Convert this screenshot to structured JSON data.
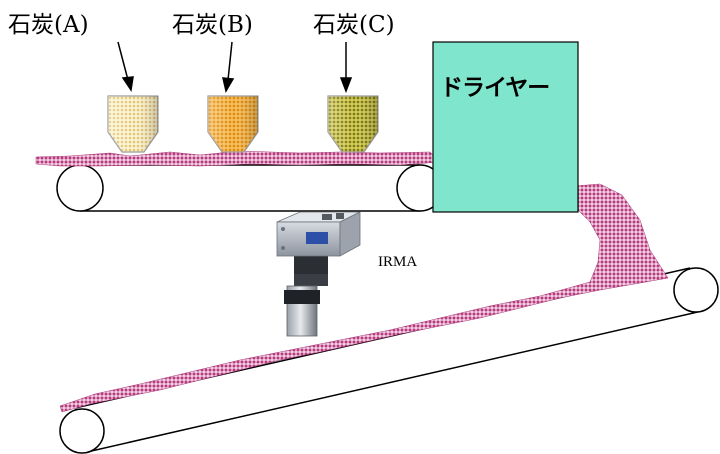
{
  "hoppers": [
    {
      "label": "石炭(A)",
      "color": "#f3e2a6",
      "dot_color": "#e6c978"
    },
    {
      "label": "石炭(B)",
      "color": "#f0a62a",
      "dot_color": "#e08f10"
    },
    {
      "label": "石炭(C)",
      "color": "#bfb630",
      "dot_color": "#8e8a18"
    }
  ],
  "dryer": {
    "label": "ドライヤー",
    "color": "#7fe5cc"
  },
  "analyzer": {
    "label": "IRMA"
  },
  "colors": {
    "coal_stream": "#b83a7f",
    "belt_outline": "#000000"
  }
}
